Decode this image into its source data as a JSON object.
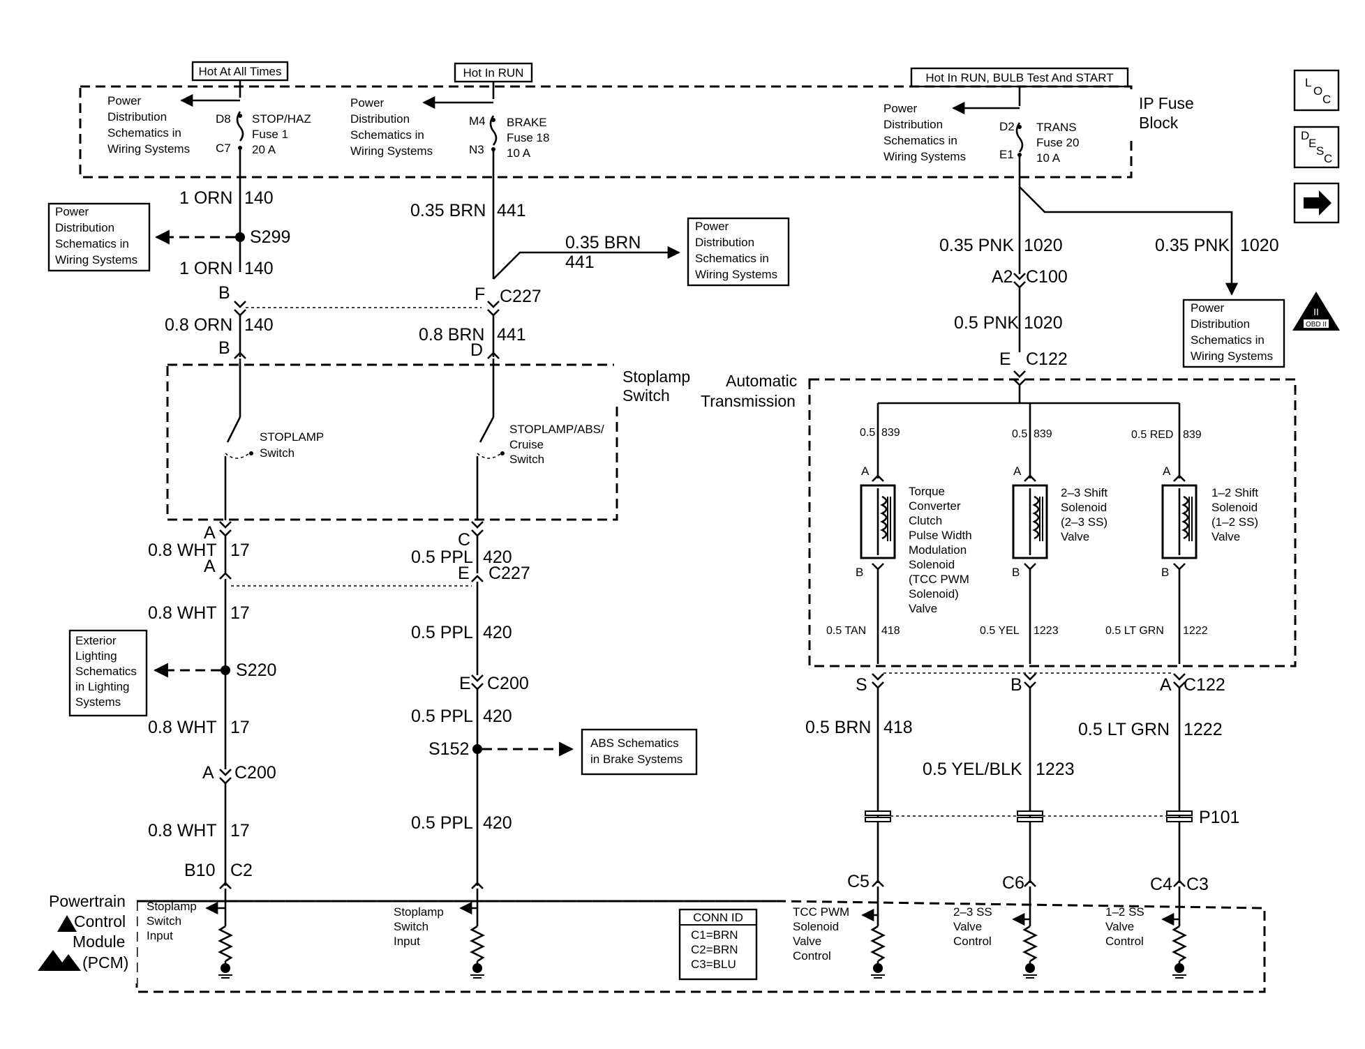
{
  "power_sources": {
    "hot_at_all_times": "Hot At All Times",
    "hot_in_run": "Hot In RUN",
    "hot_in_run_bulb_start": "Hot In RUN, BULB Test And START"
  },
  "fuse_block": {
    "title_line1": "IP Fuse",
    "title_line2": "Block",
    "pd_line1": "Power",
    "pd_line2": "Distribution",
    "pd_line3": "Schematics in",
    "pd_line4": "Wiring Systems",
    "fuses": [
      {
        "top_pin": "D8",
        "bottom_pin": "C7",
        "name_line1": "STOP/HAZ",
        "name_line2": "Fuse 1",
        "rating": "20 A"
      },
      {
        "top_pin": "M4",
        "bottom_pin": "N3",
        "name_line1": "BRAKE",
        "name_line2": "Fuse 18",
        "rating": "10 A"
      },
      {
        "top_pin": "D2",
        "bottom_pin": "E1",
        "name_line1": "TRANS",
        "name_line2": "Fuse 20",
        "rating": "10 A"
      }
    ]
  },
  "nav_icons": {
    "loc": "LOC",
    "desc": "DESC",
    "obd": "OBD II"
  },
  "wires": {
    "w_1orn": "1 ORN",
    "c140": "140",
    "w_08orn": "0.8 ORN",
    "w_035brn": "0.35 BRN",
    "c441": "441",
    "w_08brn": "0.8 BRN",
    "w_035pnk": "0.35 PNK",
    "c1020": "1020",
    "w_05pnk": "0.5 PNK",
    "w_08wht": "0.8 WHT",
    "c17": "17",
    "w_05ppl": "0.5 PPL",
    "c420": "420",
    "w_05brn": "0.5 BRN",
    "c418": "418",
    "w_05yelblk": "0.5 YEL/BLK",
    "c1223": "1223",
    "w_05ltgrn": "0.5 LT GRN",
    "c1222": "1222",
    "w_05": "0.5",
    "c839": "839",
    "w_05red": "0.5 RED",
    "w_05tan": "0.5 TAN",
    "w_05yel": "0.5 YEL",
    "w_05ltgrn_small": "0.5 LT GRN"
  },
  "splices": {
    "s299": "S299",
    "s220": "S220",
    "s152": "S152",
    "p101": "P101"
  },
  "connectors": {
    "c227": "C227",
    "c100": "C100",
    "c122": "C122",
    "c200": "C200",
    "c2": "C2",
    "c3": "C3",
    "pin_a": "A",
    "pin_b": "B",
    "pin_c": "C",
    "pin_d": "D",
    "pin_e": "E",
    "pin_f": "F",
    "pin_s": "S",
    "pin_a2": "A2",
    "pin_b10": "B10",
    "pin_c4": "C4",
    "pin_c5": "C5",
    "pin_c6": "C6"
  },
  "references": {
    "pd_line1": "Power",
    "pd_line2": "Distribution",
    "pd_line3": "Schematics in",
    "pd_line4": "Wiring Systems",
    "ext_line1": "Exterior",
    "ext_line2": "Lighting",
    "ext_line3": "Schematics",
    "ext_line4": "in Lighting",
    "ext_line5": "Systems",
    "abs_line1": "ABS Schematics",
    "abs_line2": "in Brake Systems"
  },
  "stoplamp_switch": {
    "title_line1": "Stoplamp",
    "title_line2": "Switch",
    "sw1_line1": "STOPLAMP",
    "sw1_line2": "Switch",
    "sw2_line1": "STOPLAMP/ABS/",
    "sw2_line2": "Cruise",
    "sw2_line3": "Switch"
  },
  "transmission": {
    "title_line1": "Automatic",
    "title_line2": "Transmission",
    "tcc": [
      "Torque",
      "Converter",
      "Clutch",
      "Pulse Width",
      "Modulation",
      "Solenoid",
      "(TCC PWM",
      "Solenoid)",
      "Valve"
    ],
    "ss23": [
      "2–3 Shift",
      "Solenoid",
      "(2–3 SS)",
      "Valve"
    ],
    "ss12": [
      "1–2 Shift",
      "Solenoid",
      "(1–2 SS)",
      "Valve"
    ]
  },
  "pcm": {
    "title_line1": "Powertrain",
    "title_line2": "Control",
    "title_line3": "Module",
    "title_line4": "(PCM)",
    "in1_line1": "Stoplamp",
    "in1_line2": "Switch",
    "in1_line3": "Input",
    "in2_line1": "Stoplamp",
    "in2_line2": "Switch",
    "in2_line3": "Input",
    "tcc_line1": "TCC PWM",
    "tcc_line2": "Solenoid",
    "tcc_line3": "Valve",
    "tcc_line4": "Control",
    "ss23_line1": "2–3 SS",
    "ss23_line2": "Valve",
    "ss23_line3": "Control",
    "ss12_line1": "1–2 SS",
    "ss12_line2": "Valve",
    "ss12_line3": "Control"
  },
  "conn_id": {
    "title": "CONN ID",
    "line1": "C1=BRN",
    "line2": "C2=BRN",
    "line3": "C3=BLU"
  }
}
